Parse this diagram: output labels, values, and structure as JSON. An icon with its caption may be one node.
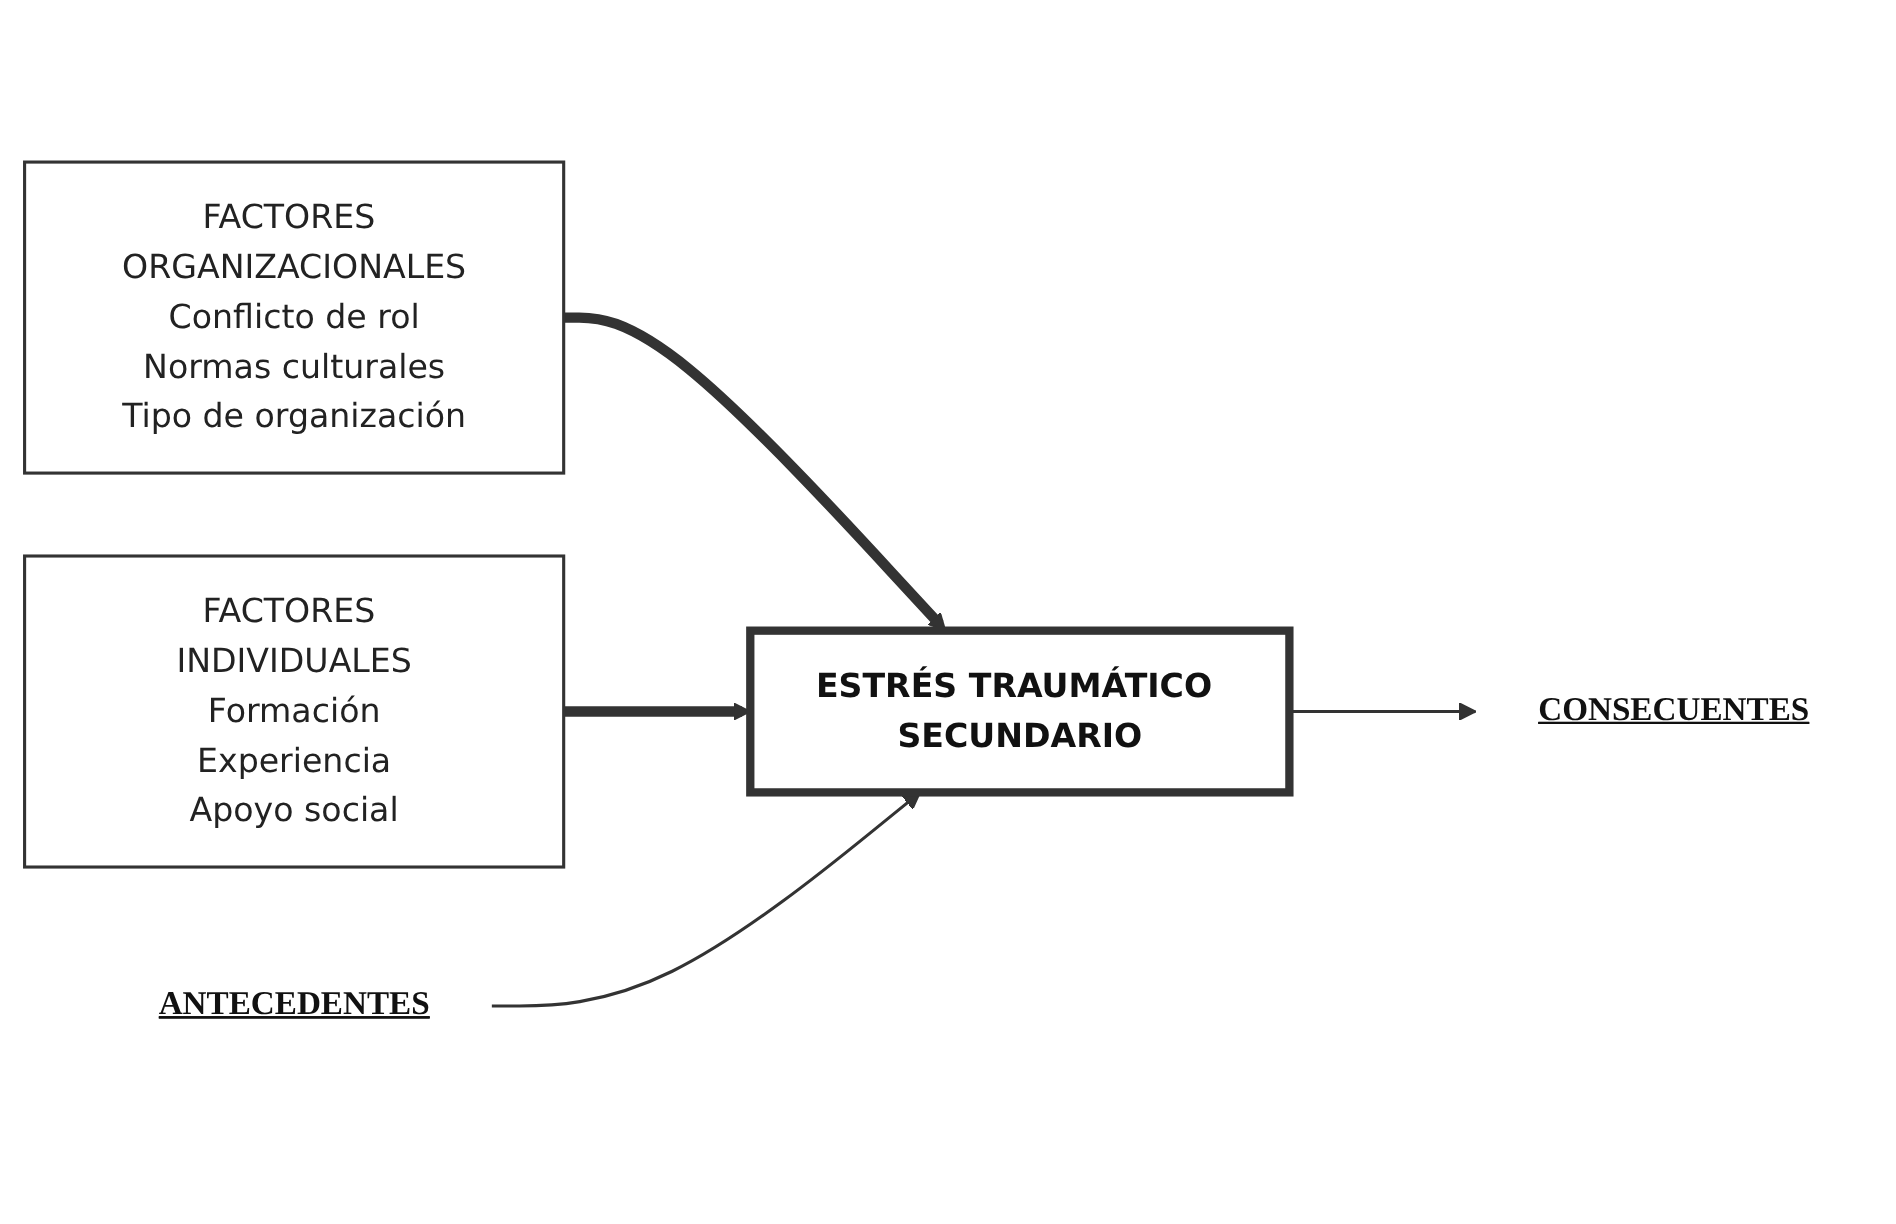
{
  "diagram": {
    "nodes": [
      {
        "text": [
          "FACTORES ORGANIZACIONALES",
          "Conflicto de rol",
          "Normas culturales",
          "Tipo de organización"
        ]
      },
      {
        "text": [
          "ESTRÉS TRAUMÁTICO SECUNDARIO"
        ]
      },
      {
        "text": [
          "FACTORES INDIVIDUALES",
          "Formación",
          "Experiencia",
          "Apoyo social"
        ]
      },
      {
        "text": [
          "ANTECEDENTES"
        ]
      },
      {
        "text": [
          "CONSECUENTES"
        ]
      }
    ],
    "edges": [
      {
        "from": 0,
        "to": 1,
        "arrow": "to",
        "style": "thick"
      },
      {
        "from": 2,
        "to": 1,
        "arrow": "to",
        "style": "thick"
      },
      {
        "from": 3,
        "to": 1,
        "arrow": "to"
      },
      {
        "from": 1,
        "to": 4,
        "arrow": "to"
      }
    ]
  }
}
